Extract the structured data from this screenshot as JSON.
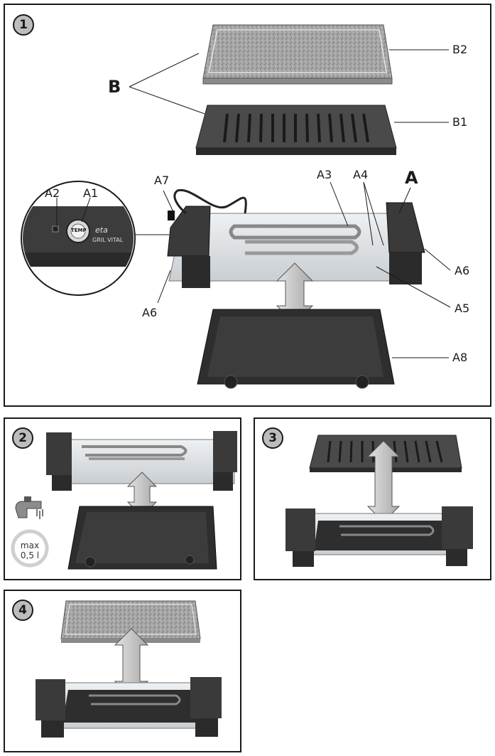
{
  "steps": [
    "1",
    "2",
    "3",
    "4"
  ],
  "labels": {
    "B": "B",
    "B1": "B1",
    "B2": "B2",
    "A": "A",
    "A1": "A1",
    "A2": "A2",
    "A3": "A3",
    "A4": "A4",
    "A5": "A5",
    "A6_left": "A6",
    "A6_right": "A6",
    "A7": "A7",
    "A8": "A8"
  },
  "dial_text": "TEMP",
  "brand": {
    "logo": "eta",
    "model": "GRIL VITAL"
  },
  "water": {
    "max_line1": "max",
    "max_line2": "0,5 l"
  },
  "colors": {
    "frame": "#1a1a1a",
    "badge": "#bdbdbd",
    "stone": "#9a9a9a",
    "grill": "#3a3a3a",
    "tray": "#2e2e2e",
    "arrow": "#c8c8c8",
    "glass": "#d9dde0"
  }
}
